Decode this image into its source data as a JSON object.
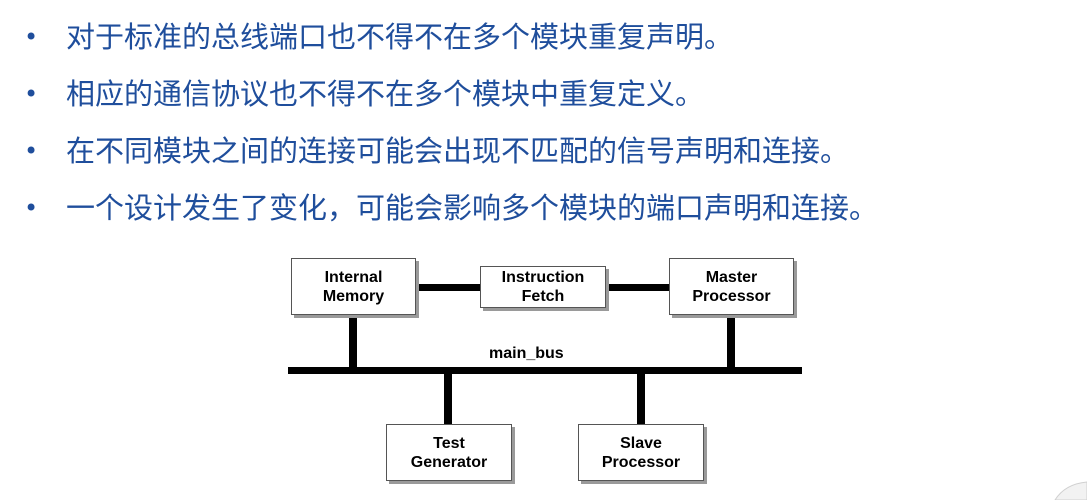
{
  "bullets": [
    "对于标准的总线端口也不得不在多个模块重复声明。",
    "相应的通信协议也不得不在多个模块中重复定义。",
    "在不同模块之间的连接可能会出现不匹配的信号声明和连接。",
    "一个设计发生了变化，可能会影响多个模块的端口声明和连接。"
  ],
  "bullet_marker": "•",
  "diagram": {
    "boxes": {
      "internal_memory": [
        "Internal",
        "Memory"
      ],
      "instruction_fetch": [
        "Instruction",
        "Fetch"
      ],
      "master_processor": [
        "Master",
        "Processor"
      ],
      "test_generator": [
        "Test",
        "Generator"
      ],
      "slave_processor": [
        "Slave",
        "Processor"
      ]
    },
    "bus_label": "main_bus",
    "colors": {
      "text": "#1f4e9c",
      "line": "#000000",
      "box_border": "#555555",
      "box_shadow": "#9a9a9a"
    }
  }
}
